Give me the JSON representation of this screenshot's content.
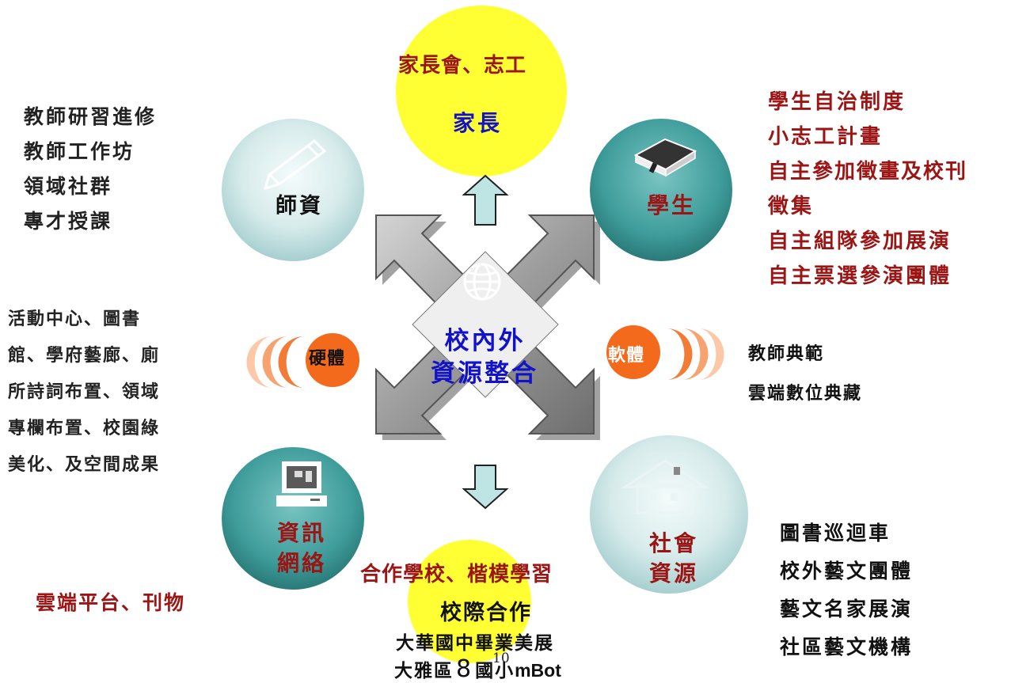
{
  "center": {
    "line1": "校內外",
    "line2": "資源整合"
  },
  "top_circle": {
    "top_label": "家長會、志工",
    "label": "家長"
  },
  "bottom_circle": {
    "label1": "合作學校、楷模學習",
    "label2": "校際合作",
    "label3": "大華國中畢業美展",
    "label4_prefix": "大雅區",
    "label4_num": "8",
    "label4_suffix": "國小",
    "label4_en": "mBot"
  },
  "page_number": "10",
  "teachers": {
    "label": "師資",
    "items": [
      "教師研習進修",
      "教師工作坊",
      "領域社群",
      "專才授課"
    ]
  },
  "students": {
    "label": "學生",
    "items": [
      "學生自治制度",
      "小志工計畫",
      "自主參加徵畫及校刊",
      "徵集",
      "自主組隊參加展演",
      "自主票選參演團體"
    ]
  },
  "hardware": {
    "label": "硬體",
    "items": [
      "活動中心、圖書",
      "館、學府藝廊、廁",
      "所詩詞布置、領域",
      "專欄布置、校園綠",
      "美化、及空間成果"
    ]
  },
  "software": {
    "label": "軟體",
    "items": [
      "教師典範",
      "雲端數位典藏"
    ]
  },
  "network": {
    "label1": "資訊",
    "label2": "網絡",
    "note": "雲端平台、刊物"
  },
  "community": {
    "label1": "社會",
    "label2": "資源",
    "items": [
      "圖書巡迴車",
      "校外藝文團體",
      "藝文名家展演",
      "社區藝文機構"
    ]
  },
  "colors": {
    "teal": "#4da7a5",
    "teal_light": "#d3e9ea",
    "yellow": "#ffff33",
    "orange": "#f36a1c",
    "dark_red": "#9b1515",
    "blue": "#1212c8",
    "arrow_gray": "#a9a9a9",
    "light_cyan": "#bfe4e4"
  },
  "icons": [
    "pencil-icon",
    "book-icon",
    "computer-icon",
    "house-icon",
    "globe-icon"
  ]
}
